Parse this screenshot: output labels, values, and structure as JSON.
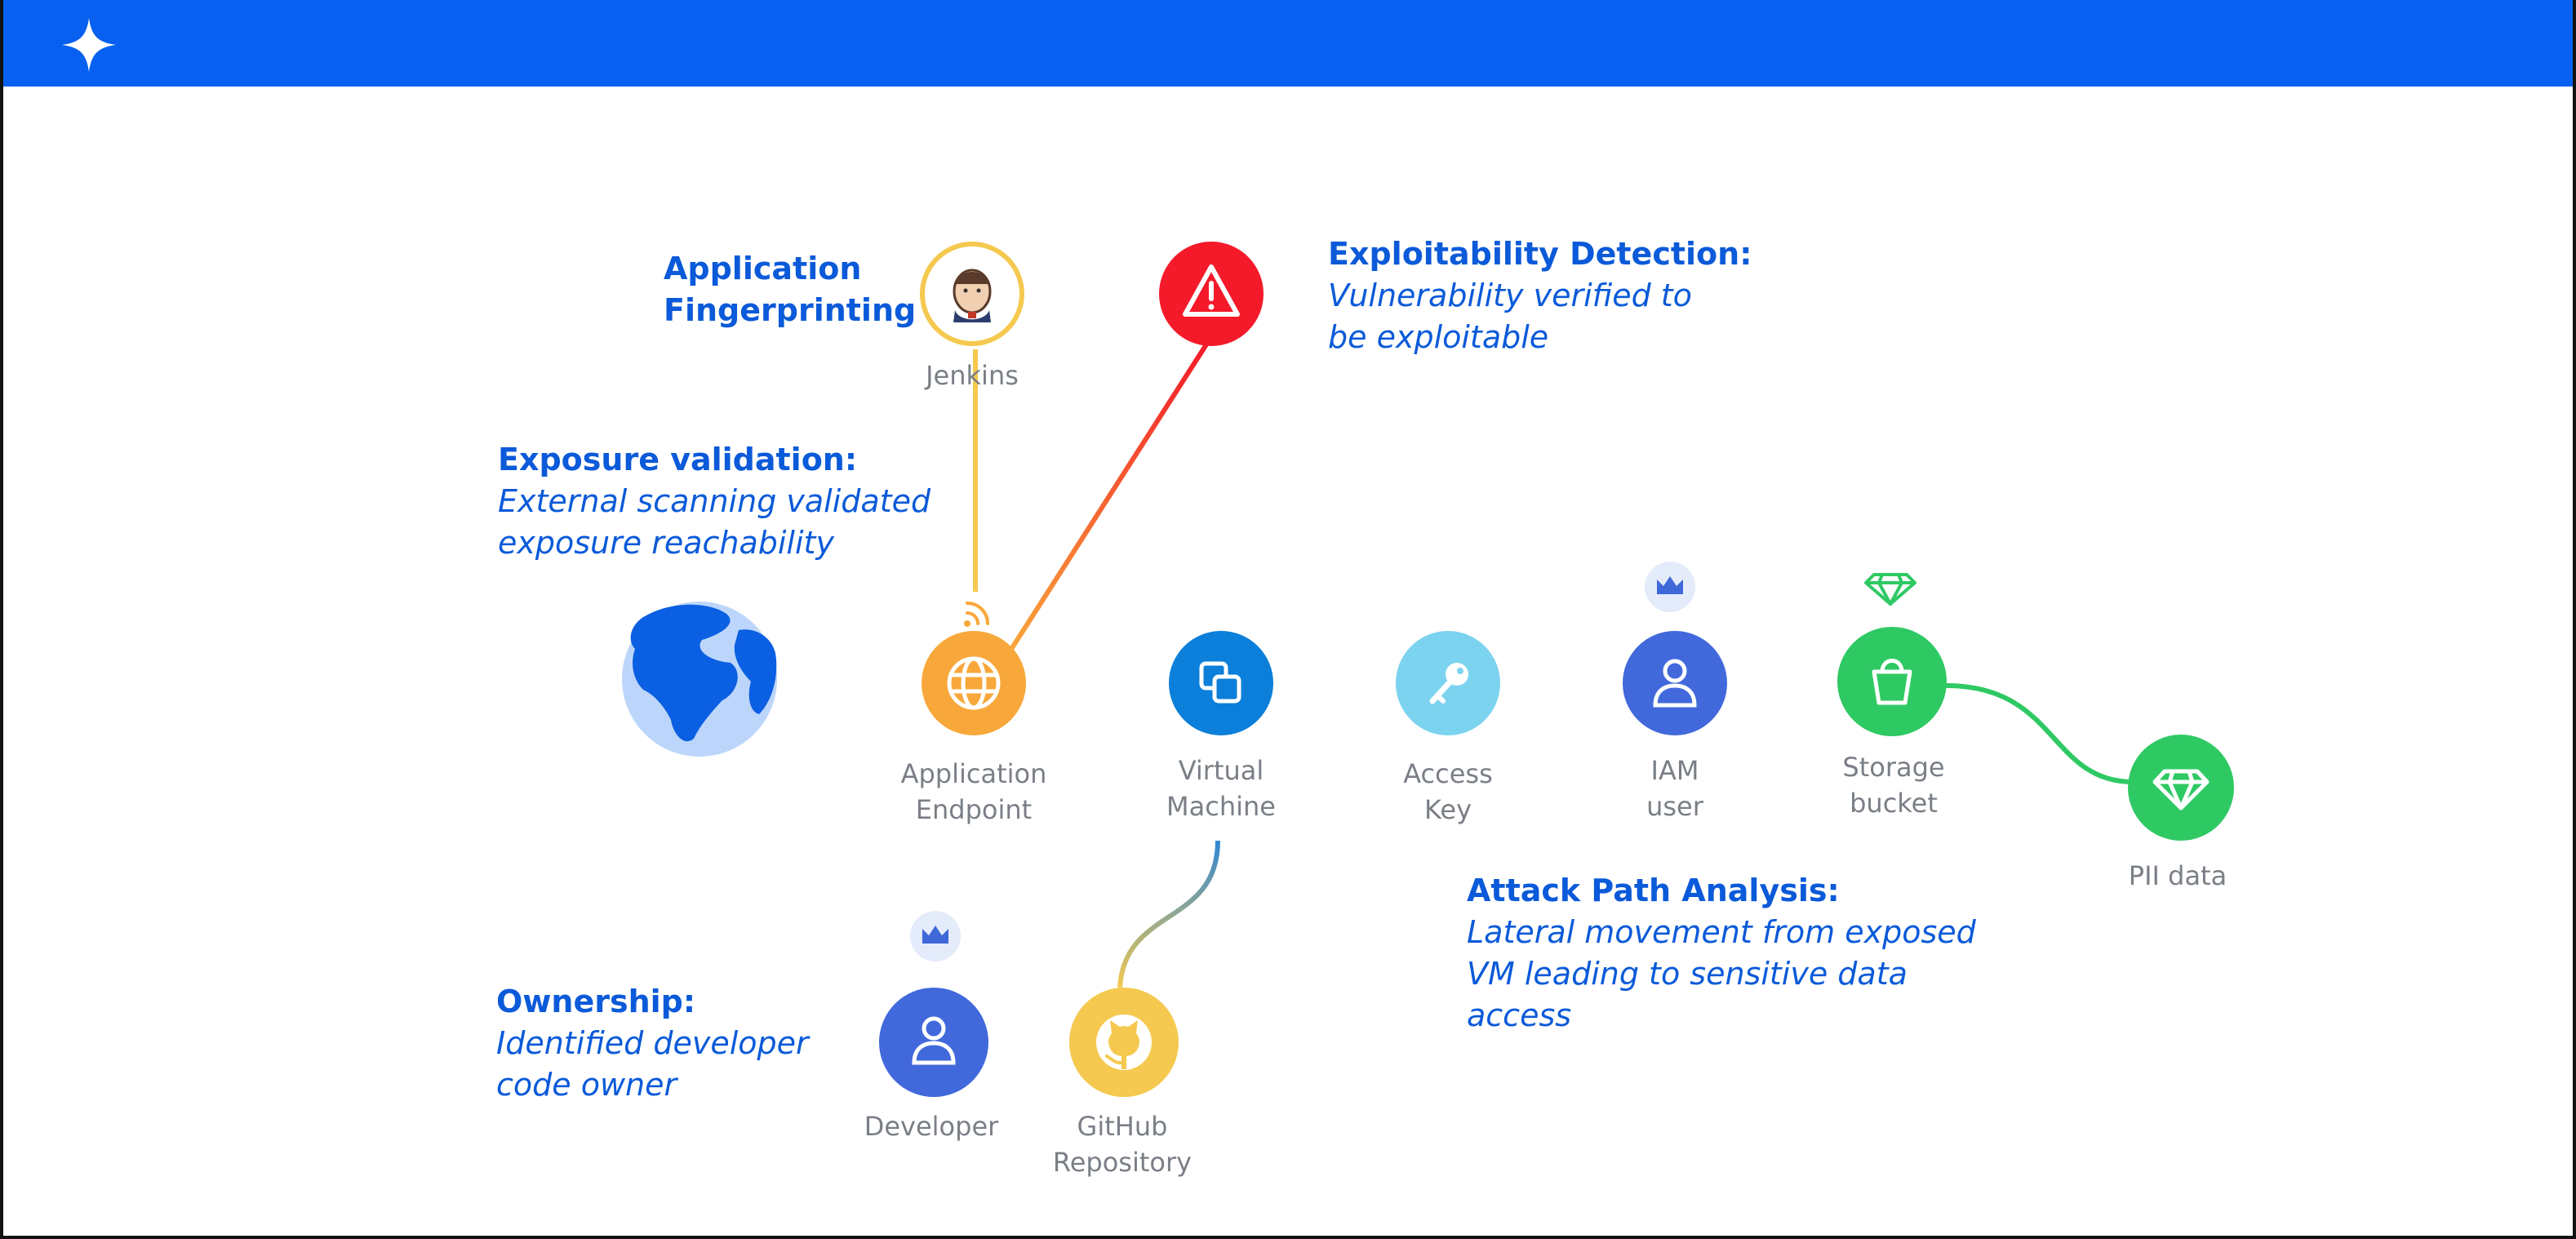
{
  "colors": {
    "topbar": "#0760ef",
    "heading": "#0b5ad9",
    "label": "#7a7f86",
    "orange": "#f8a83a",
    "yellow": "#f5c94f",
    "blue": "#0b7fd9",
    "lightblue": "#7cd3ef",
    "indigo": "#4169dc",
    "green": "#2fc964",
    "red": "#f41a2a"
  },
  "annotations": {
    "fingerprinting": {
      "title": "Application\nFingerprinting"
    },
    "exploitability": {
      "title": "Exploitability Detection:",
      "text": "Vulnerability verified to\nbe exploitable"
    },
    "exposure": {
      "title": "Exposure validation:",
      "text": "External scanning validated\nexposure reachability"
    },
    "attack_path": {
      "title": "Attack Path Analysis:",
      "text": "Lateral movement from exposed\nVM leading to sensitive data\naccess"
    },
    "ownership": {
      "title": "Ownership:",
      "text": "Identified developer\ncode owner"
    }
  },
  "nodes": {
    "internet": {
      "icon": "globe-icon"
    },
    "jenkins": {
      "label": "Jenkins",
      "icon": "jenkins-icon"
    },
    "exploit": {
      "icon": "warning-icon"
    },
    "app_endpoint": {
      "label": "Application\nEndpoint",
      "icon": "globe-grid-icon",
      "badge": "signal-icon"
    },
    "virtual_machine": {
      "label": "Virtual\nMachine",
      "icon": "copy-icon"
    },
    "access_key": {
      "label": "Access\nKey",
      "icon": "key-icon"
    },
    "iam_user": {
      "label": "IAM\nuser",
      "icon": "user-icon",
      "badge": "crown-icon"
    },
    "storage_bucket": {
      "label": "Storage\nbucket",
      "icon": "bucket-icon",
      "badge": "gem-icon"
    },
    "pii_data": {
      "label": "PII data",
      "icon": "gem-icon"
    },
    "developer": {
      "label": "Developer",
      "icon": "user-icon",
      "badge": "crown-icon"
    },
    "github_repo": {
      "label": "GitHub\nRepository",
      "icon": "github-icon"
    }
  }
}
